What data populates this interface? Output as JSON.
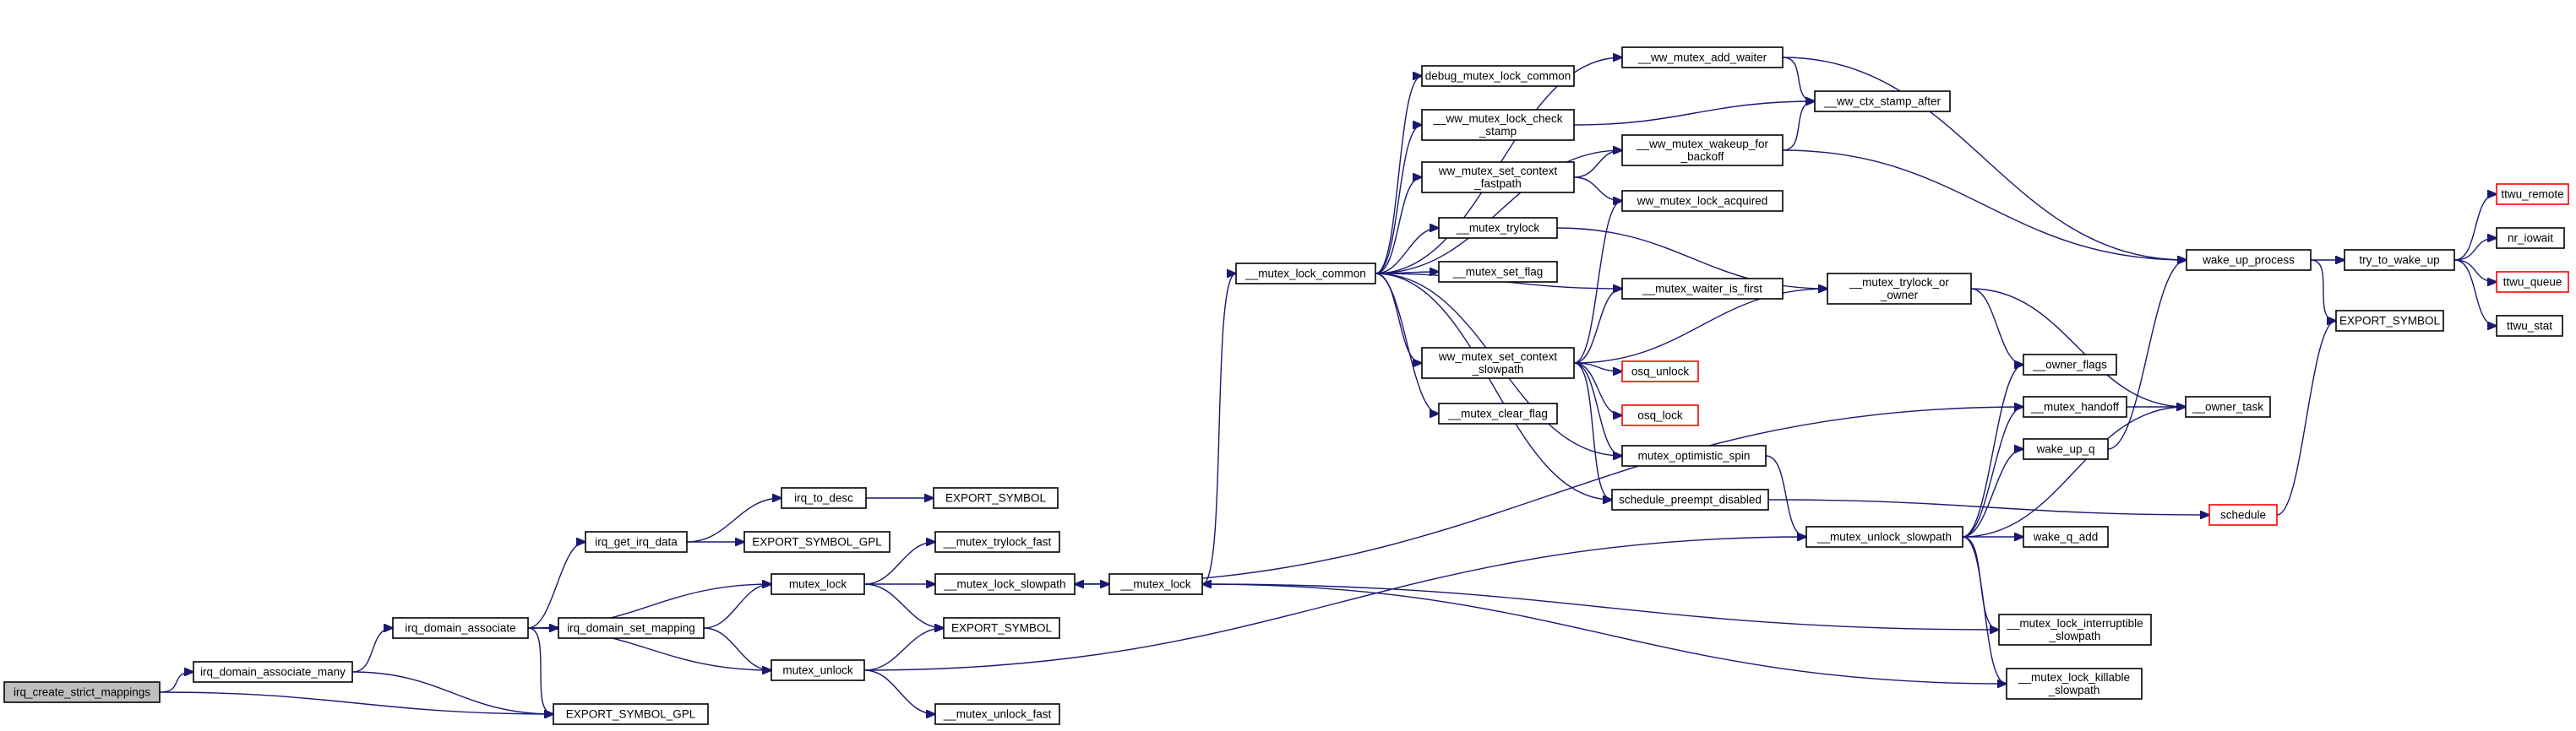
{
  "colors": {
    "edge": "#191970",
    "node_border": "#000000",
    "truncated_border": "#ff0000",
    "root_fill": "#bfbfbf"
  },
  "nodes": [
    {
      "id": "n0",
      "lines": [
        "irq_create_strict_mappings"
      ],
      "root": true
    },
    {
      "id": "n1",
      "lines": [
        "irq_domain_associate_many"
      ]
    },
    {
      "id": "n2",
      "lines": [
        "EXPORT_SYMBOL_GPL"
      ]
    },
    {
      "id": "n3",
      "lines": [
        "irq_domain_associate"
      ]
    },
    {
      "id": "n4",
      "lines": [
        "irq_get_irq_data"
      ]
    },
    {
      "id": "n5",
      "lines": [
        "irq_to_desc"
      ]
    },
    {
      "id": "n6",
      "lines": [
        "EXPORT_SYMBOL"
      ]
    },
    {
      "id": "n7",
      "lines": [
        "EXPORT_SYMBOL_GPL"
      ]
    },
    {
      "id": "n8",
      "lines": [
        "irq_domain_set_mapping"
      ]
    },
    {
      "id": "n9",
      "lines": [
        "mutex_lock"
      ]
    },
    {
      "id": "n10",
      "lines": [
        "mutex_unlock"
      ]
    },
    {
      "id": "n11",
      "lines": [
        "__mutex_trylock_fast"
      ]
    },
    {
      "id": "n12",
      "lines": [
        "__mutex_lock_slowpath"
      ]
    },
    {
      "id": "n13",
      "lines": [
        "EXPORT_SYMBOL"
      ]
    },
    {
      "id": "n14",
      "lines": [
        "__mutex_unlock_fast"
      ]
    },
    {
      "id": "n15",
      "lines": [
        "__mutex_lock"
      ]
    },
    {
      "id": "n16",
      "lines": [
        "__mutex_lock_common"
      ]
    },
    {
      "id": "n17",
      "lines": [
        "debug_mutex_lock_common"
      ]
    },
    {
      "id": "n18",
      "lines": [
        "__ww_mutex_lock_check",
        "_stamp"
      ]
    },
    {
      "id": "n19",
      "lines": [
        "ww_mutex_set_context",
        "_fastpath"
      ]
    },
    {
      "id": "n20",
      "lines": [
        "__mutex_trylock"
      ]
    },
    {
      "id": "n21",
      "lines": [
        "__mutex_set_flag"
      ]
    },
    {
      "id": "n22",
      "lines": [
        "ww_mutex_set_context",
        "_slowpath"
      ]
    },
    {
      "id": "n23",
      "lines": [
        "__mutex_clear_flag"
      ]
    },
    {
      "id": "n24",
      "lines": [
        "__ww_mutex_add_waiter"
      ]
    },
    {
      "id": "n25",
      "lines": [
        "__ww_mutex_wakeup_for",
        "_backoff"
      ]
    },
    {
      "id": "n26",
      "lines": [
        "ww_mutex_lock_acquired"
      ]
    },
    {
      "id": "n27",
      "lines": [
        "__mutex_waiter_is_first"
      ]
    },
    {
      "id": "n28",
      "lines": [
        "osq_unlock"
      ],
      "red": true
    },
    {
      "id": "n29",
      "lines": [
        "osq_lock"
      ],
      "red": true
    },
    {
      "id": "n30",
      "lines": [
        "mutex_optimistic_spin"
      ]
    },
    {
      "id": "n31",
      "lines": [
        "schedule_preempt_disabled"
      ]
    },
    {
      "id": "n32",
      "lines": [
        "__ww_ctx_stamp_after"
      ]
    },
    {
      "id": "n33",
      "lines": [
        "__mutex_trylock_or",
        "_owner"
      ]
    },
    {
      "id": "n34",
      "lines": [
        "__owner_flags"
      ]
    },
    {
      "id": "n35",
      "lines": [
        "__mutex_handoff"
      ]
    },
    {
      "id": "n36",
      "lines": [
        "__owner_task"
      ]
    },
    {
      "id": "n37",
      "lines": [
        "wake_up_q"
      ]
    },
    {
      "id": "n38",
      "lines": [
        "__mutex_unlock_slowpath"
      ]
    },
    {
      "id": "n39",
      "lines": [
        "wake_q_add"
      ]
    },
    {
      "id": "n40",
      "lines": [
        "__mutex_lock_interruptible",
        "_slowpath"
      ]
    },
    {
      "id": "n41",
      "lines": [
        "__mutex_lock_killable",
        "_slowpath"
      ]
    },
    {
      "id": "n42",
      "lines": [
        "schedule"
      ],
      "red": true
    },
    {
      "id": "n43",
      "lines": [
        "wake_up_process"
      ]
    },
    {
      "id": "n44",
      "lines": [
        "try_to_wake_up"
      ]
    },
    {
      "id": "n45",
      "lines": [
        "EXPORT_SYMBOL"
      ]
    },
    {
      "id": "n46",
      "lines": [
        "ttwu_remote"
      ],
      "red": true
    },
    {
      "id": "n47",
      "lines": [
        "nr_iowait"
      ]
    },
    {
      "id": "n48",
      "lines": [
        "ttwu_queue"
      ],
      "red": true
    },
    {
      "id": "n49",
      "lines": [
        "ttwu_stat"
      ]
    }
  ],
  "edges": [
    [
      "n0",
      "n1"
    ],
    [
      "n0",
      "n2"
    ],
    [
      "n1",
      "n2"
    ],
    [
      "n1",
      "n3"
    ],
    [
      "n3",
      "n4"
    ],
    [
      "n3",
      "n9"
    ],
    [
      "n3",
      "n8"
    ],
    [
      "n3",
      "n10"
    ],
    [
      "n3",
      "n2"
    ],
    [
      "n4",
      "n5"
    ],
    [
      "n4",
      "n7"
    ],
    [
      "n5",
      "n6"
    ],
    [
      "n8",
      "n9"
    ],
    [
      "n8",
      "n10"
    ],
    [
      "n9",
      "n11"
    ],
    [
      "n9",
      "n12"
    ],
    [
      "n9",
      "n13"
    ],
    [
      "n10",
      "n13"
    ],
    [
      "n10",
      "n14"
    ],
    [
      "n10",
      "n38"
    ],
    [
      "n12",
      "n15"
    ],
    [
      "n15",
      "n16"
    ],
    [
      "n16",
      "n24"
    ],
    [
      "n16",
      "n17"
    ],
    [
      "n16",
      "n18"
    ],
    [
      "n16",
      "n25"
    ],
    [
      "n16",
      "n19"
    ],
    [
      "n16",
      "n20"
    ],
    [
      "n16",
      "n21"
    ],
    [
      "n16",
      "n27"
    ],
    [
      "n16",
      "n22"
    ],
    [
      "n16",
      "n23"
    ],
    [
      "n16",
      "n30"
    ],
    [
      "n16",
      "n31"
    ],
    [
      "n18",
      "n32"
    ],
    [
      "n19",
      "n25"
    ],
    [
      "n19",
      "n26"
    ],
    [
      "n20",
      "n33"
    ],
    [
      "n22",
      "n26"
    ],
    [
      "n22",
      "n27"
    ],
    [
      "n22",
      "n33"
    ],
    [
      "n22",
      "n28"
    ],
    [
      "n22",
      "n29"
    ],
    [
      "n22",
      "n30"
    ],
    [
      "n22",
      "n31"
    ],
    [
      "n24",
      "n32"
    ],
    [
      "n24",
      "n43"
    ],
    [
      "n25",
      "n32"
    ],
    [
      "n25",
      "n43"
    ],
    [
      "n30",
      "n38"
    ],
    [
      "n31",
      "n42"
    ],
    [
      "n33",
      "n34"
    ],
    [
      "n33",
      "n36"
    ],
    [
      "n35",
      "n36"
    ],
    [
      "n35",
      "n12"
    ],
    [
      "n37",
      "n43"
    ],
    [
      "n38",
      "n34"
    ],
    [
      "n38",
      "n35"
    ],
    [
      "n38",
      "n37"
    ],
    [
      "n38",
      "n36"
    ],
    [
      "n38",
      "n39"
    ],
    [
      "n38",
      "n40"
    ],
    [
      "n38",
      "n41"
    ],
    [
      "n40",
      "n15"
    ],
    [
      "n41",
      "n15"
    ],
    [
      "n42",
      "n45"
    ],
    [
      "n43",
      "n44"
    ],
    [
      "n43",
      "n45"
    ],
    [
      "n44",
      "n46"
    ],
    [
      "n44",
      "n47"
    ],
    [
      "n44",
      "n48"
    ],
    [
      "n44",
      "n49"
    ]
  ]
}
